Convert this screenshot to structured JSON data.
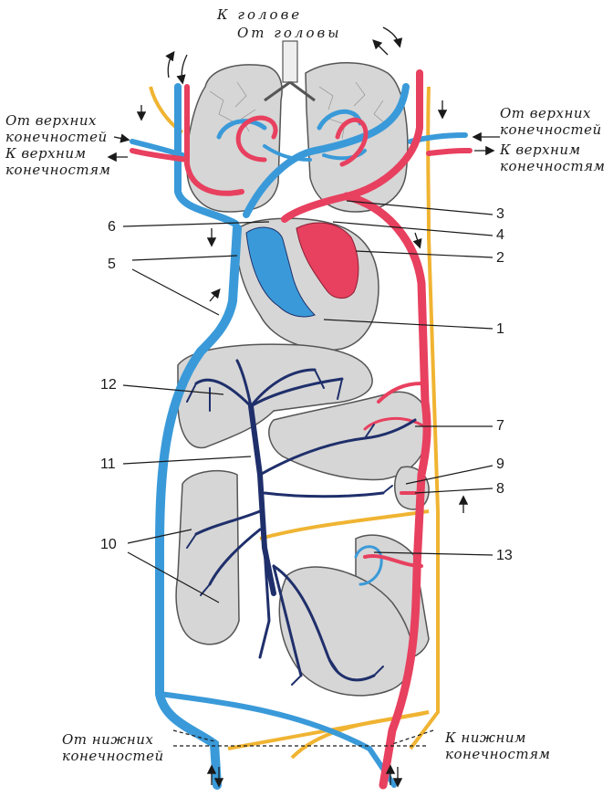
{
  "labels": {
    "to_head": "К голове",
    "from_head": "От головы",
    "from_upper_left": [
      "От верхних",
      "конечностей"
    ],
    "to_upper_left": [
      "К верхним",
      "конечностям"
    ],
    "from_upper_right": [
      "От верхних",
      "конечностей"
    ],
    "to_upper_right": [
      "К верхним",
      "конечностям"
    ],
    "from_lower": [
      "От нижних",
      "конечностей"
    ],
    "to_lower": [
      "К нижним",
      "конечностям"
    ]
  },
  "numbers": {
    "n1": "1",
    "n2": "2",
    "n3": "3",
    "n4": "4",
    "n5": "5",
    "n6": "6",
    "n7": "7",
    "n8": "8",
    "n9": "9",
    "n10": "10",
    "n11": "11",
    "n12": "12",
    "n13": "13"
  },
  "colors": {
    "artery": "#e8405f",
    "vein": "#3a9ad9",
    "portal": "#1f2f6b",
    "lymph": "#f0b432",
    "organ_fill": "#d6d6d6",
    "organ_stroke": "#555555",
    "leader": "#1a1a1a"
  }
}
